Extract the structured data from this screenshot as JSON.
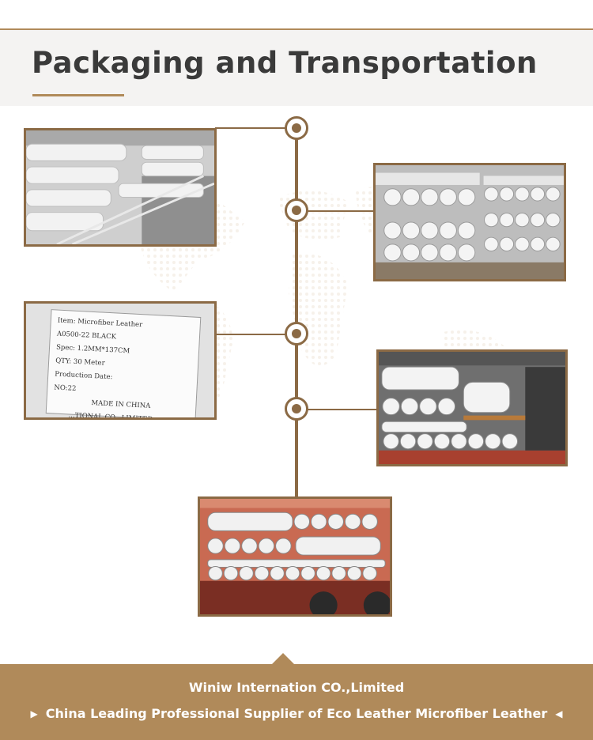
{
  "header": {
    "title": "Packaging and Transportation"
  },
  "label": {
    "item": "Item: Microfiber Leather",
    "code": "A0500-22   BLACK",
    "spec": "Spec: 1.2MM*137CM",
    "qty": "QTY:  30   Meter",
    "production_date": "Production Date:",
    "no": "NO:22",
    "made_in": "MADE IN CHINA",
    "company_partial": "...TIONAL CO., LIMITED"
  },
  "footer": {
    "company": "Winiw Internation CO.,Limited",
    "tagline": "China Leading Professional Supplier of Eco Leather Microfiber Leather",
    "left_icon": "triangle-right-icon",
    "right_icon": "triangle-left-icon"
  },
  "colors": {
    "accent": "#b08a5a",
    "line": "#8b6a45",
    "title": "#3a3a3a"
  }
}
